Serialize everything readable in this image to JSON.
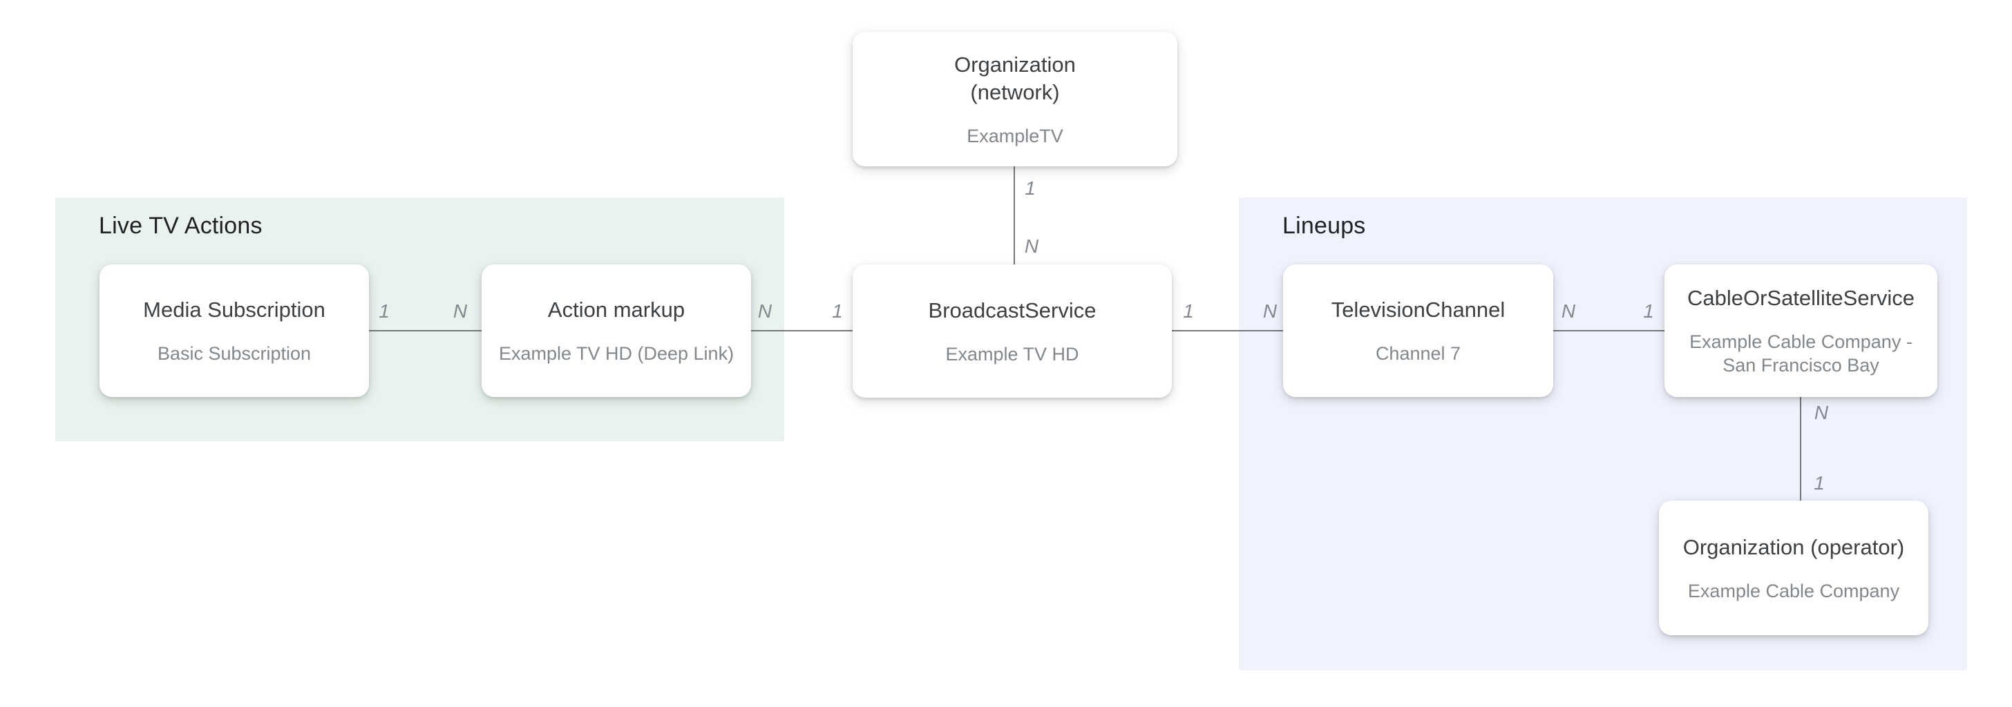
{
  "diagram": {
    "regions": {
      "live_tv_actions": {
        "title": "Live TV Actions",
        "color": "#E9F2ED"
      },
      "lineups": {
        "title": "Lineups",
        "color": "#F0F3FD"
      }
    },
    "nodes": {
      "org_network": {
        "title_line1": "Organization",
        "title_line2": "(network)",
        "subtitle": "ExampleTV"
      },
      "media_subscription": {
        "title": "Media Subscription",
        "subtitle": "Basic Subscription"
      },
      "action_markup": {
        "title": "Action markup",
        "subtitle": "Example TV HD (Deep Link)"
      },
      "broadcast_service": {
        "title": "BroadcastService",
        "subtitle": "Example TV HD"
      },
      "television_channel": {
        "title": "TelevisionChannel",
        "subtitle": "Channel 7"
      },
      "cable_or_satellite_service": {
        "title": "CableOrSatelliteService",
        "subtitle": "Example Cable Company - San Francisco Bay"
      },
      "org_operator": {
        "title": "Organization (operator)",
        "subtitle": "Example Cable Company"
      }
    },
    "cardinalities": {
      "network_to_broadcast": {
        "start": "1",
        "end": "N"
      },
      "mediasub_to_action": {
        "start": "1",
        "end": "N"
      },
      "action_to_broadcast": {
        "start": "N",
        "end": "1"
      },
      "broadcast_to_channel": {
        "start": "1",
        "end": "N"
      },
      "channel_to_cable": {
        "start": "N",
        "end": "1"
      },
      "cable_to_operator": {
        "start": "N",
        "end": "1"
      }
    },
    "colors": {
      "background": "#FFFFFF",
      "region_green": "#E9F2ED",
      "region_blue": "#F0F3FD",
      "node_background": "#FFFFFF",
      "node_title": "#3C4043",
      "node_subtitle": "#82878C",
      "connector": "#75787B",
      "cardinality_label": "#83888E",
      "region_title": "#202124"
    }
  }
}
